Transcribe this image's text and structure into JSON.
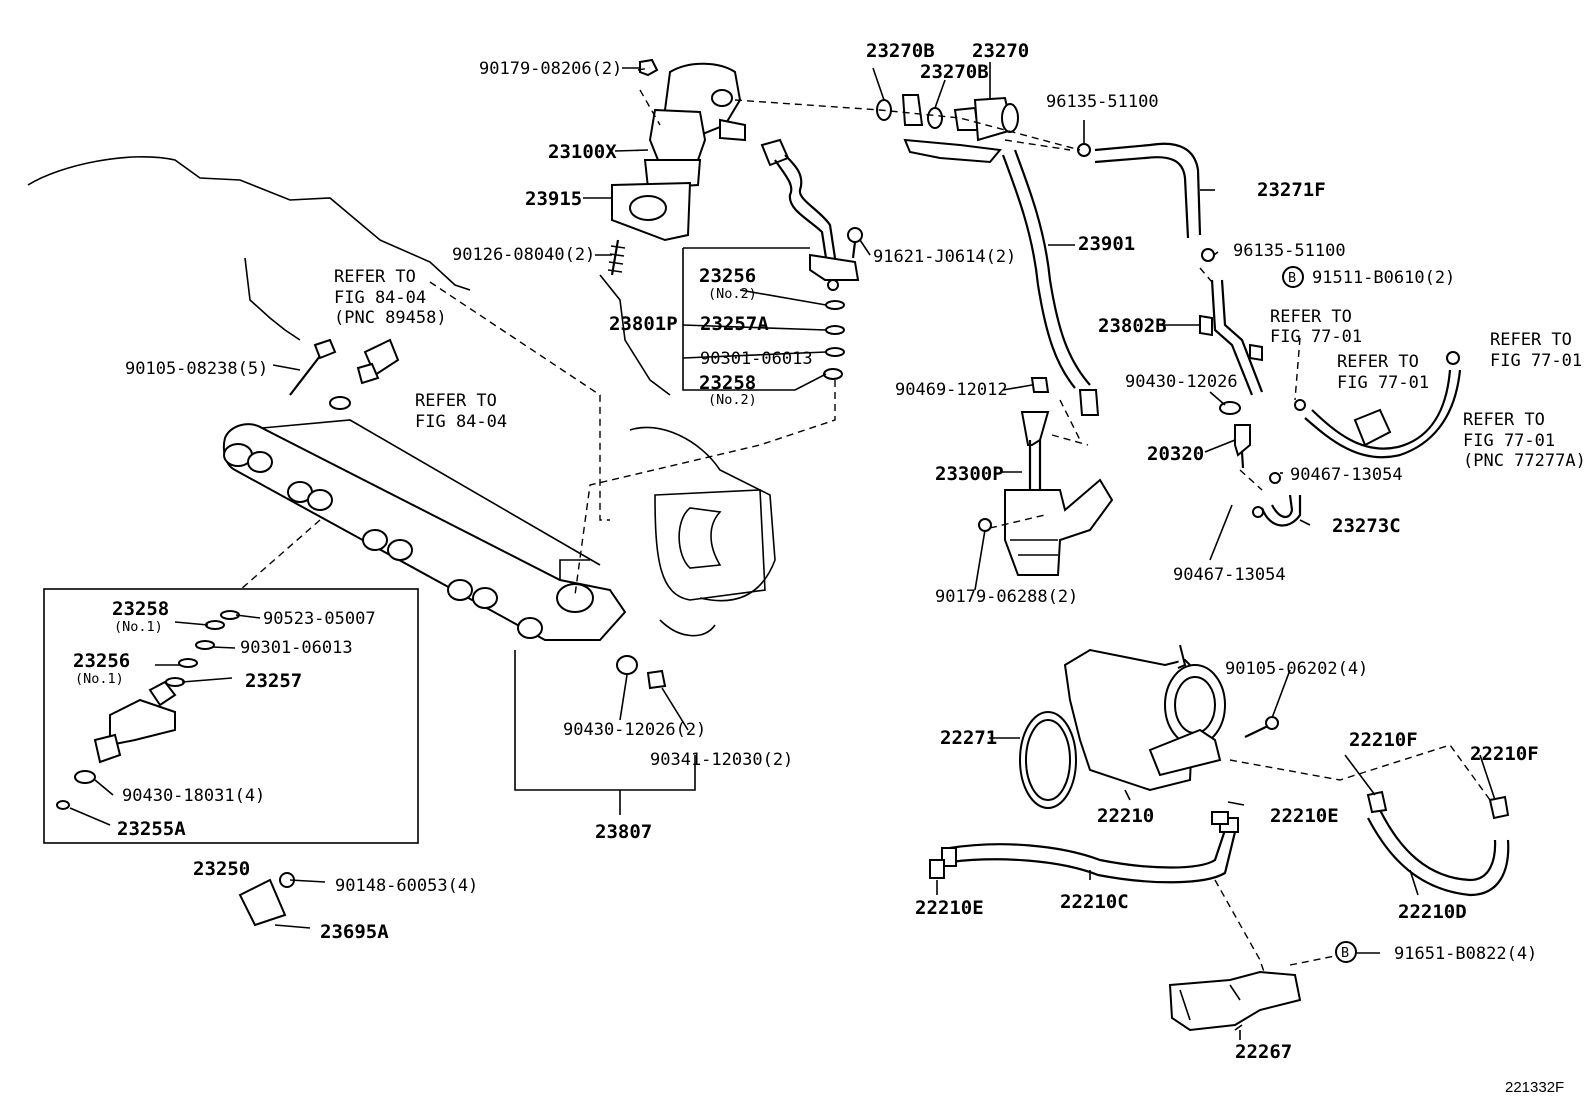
{
  "labels": {
    "p_90179_08206": "90179-08206(2)",
    "p_23270B_a": "23270B",
    "p_23270": "23270",
    "p_23270B_b": "23270B",
    "p_96135_51100_a": "96135-51100",
    "p_23100X": "23100X",
    "p_23271F": "23271F",
    "p_23915": "23915",
    "p_23901": "23901",
    "p_90126_08040": "90126-08040(2)",
    "p_91621_J0614": "91621-J0614(2)",
    "p_96135_51100_b": "96135-51100",
    "p_91511_B0610": "91511-B0610(2)",
    "refer_84_04_a_1": "REFER TO",
    "refer_84_04_a_2": "FIG 84-04",
    "refer_84_04_a_3": "(PNC 89458)",
    "p_23256_no2": "23256",
    "p_23256_no2_sub": "(No.2)",
    "p_23801P": "23801P",
    "p_23257A": "23257A",
    "p_23802B": "23802B",
    "refer_77_01_a_1": "REFER TO",
    "refer_77_01_a_2": "FIG 77-01",
    "refer_77_01_b_1": "REFER TO",
    "refer_77_01_b_2": "FIG 77-01",
    "refer_77_01_c_1": "REFER TO",
    "refer_77_01_c_2": "FIG 77-01",
    "p_90301_06013_a": "90301-06013",
    "p_90105_08238": "90105-08238(5)",
    "p_23258_no2": "23258",
    "p_23258_no2_sub": "(No.2)",
    "p_90469_12012": "90469-12012",
    "p_90430_12026_a": "90430-12026",
    "refer_84_04_b_1": "REFER TO",
    "refer_84_04_b_2": "FIG 84-04",
    "refer_77_01_d_1": "REFER TO",
    "refer_77_01_d_2": "FIG 77-01",
    "refer_77_01_d_3": "(PNC 77277A)",
    "p_20320": "20320",
    "p_90467_13054_a": "90467-13054",
    "p_23300P": "23300P",
    "p_23273C": "23273C",
    "p_90467_13054_b": "90467-13054",
    "p_90179_06288": "90179-06288(2)",
    "p_23258_no1": "23258",
    "p_23258_no1_sub": "(No.1)",
    "p_90523_05007": "90523-05007",
    "p_90301_06013_b": "90301-06013",
    "p_23256_no1": "23256",
    "p_23256_no1_sub": "(No.1)",
    "p_23257": "23257",
    "p_90105_06202": "90105-06202(4)",
    "p_90430_12026_b": "90430-12026(2)",
    "p_22271": "22271",
    "p_90341_12030": "90341-12030(2)",
    "p_22210F_a": "22210F",
    "p_22210F_b": "22210F",
    "p_90430_18031": "90430-18031(4)",
    "p_22210": "22210",
    "p_22210E_a": "22210E",
    "p_23255A": "23255A",
    "p_23807": "23807",
    "p_23250": "23250",
    "p_90148_60053": "90148-60053(4)",
    "p_22210C": "22210C",
    "p_22210E_b": "22210E",
    "p_22210D": "22210D",
    "p_23695A": "23695A",
    "p_91651_B0822": "91651-B0822(4)",
    "p_22267": "22267",
    "badge_b": "B",
    "figure_id": "221332F"
  }
}
